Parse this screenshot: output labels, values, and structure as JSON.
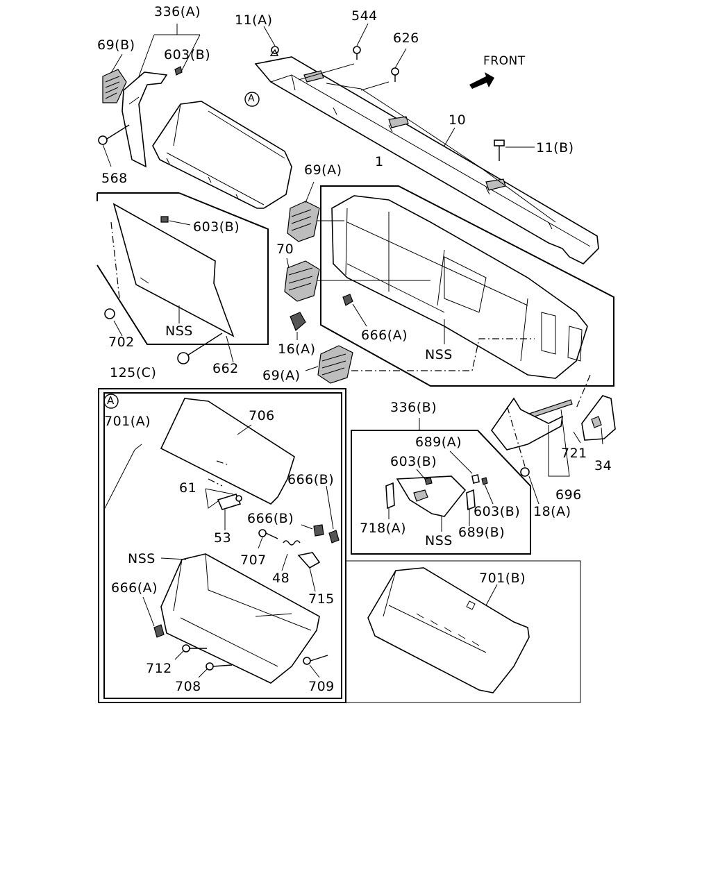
{
  "front_label": "FRONT",
  "section_marker": "A",
  "labels": {
    "l336a": "336(A)",
    "l11a": "11(A)",
    "l544": "544",
    "l626": "626",
    "l69b": "69(B)",
    "l603b_1": "603(B)",
    "lA": "A",
    "l10": "10",
    "l11b": "11(B)",
    "l568": "568",
    "l69a_1": "69(A)",
    "l1": "1",
    "l603b_2": "603(B)",
    "l70": "70",
    "l666a_1": "666(A)",
    "lnss_1": "NSS",
    "lnss_2": "NSS",
    "l702": "702",
    "l16a": "16(A)",
    "l125c": "125(C)",
    "l662": "662",
    "l69a_2": "69(A)",
    "l701a": "701(A)",
    "l706": "706",
    "l336b": "336(B)",
    "l689a": "689(A)",
    "l603b_3": "603(B)",
    "l721": "721",
    "l34": "34",
    "l61": "61",
    "l666b_1": "666(B)",
    "l696": "696",
    "l603b_4": "603(B)",
    "l18a": "18(A)",
    "l53": "53",
    "l666b_2": "666(B)",
    "l718a": "718(A)",
    "lnss_3": "NSS",
    "l689b": "689(B)",
    "lnss_4": "NSS",
    "l707": "707",
    "l48": "48",
    "l701b": "701(B)",
    "l666a_2": "666(A)",
    "l715": "715",
    "l712": "712",
    "l708": "708",
    "l709": "709"
  }
}
